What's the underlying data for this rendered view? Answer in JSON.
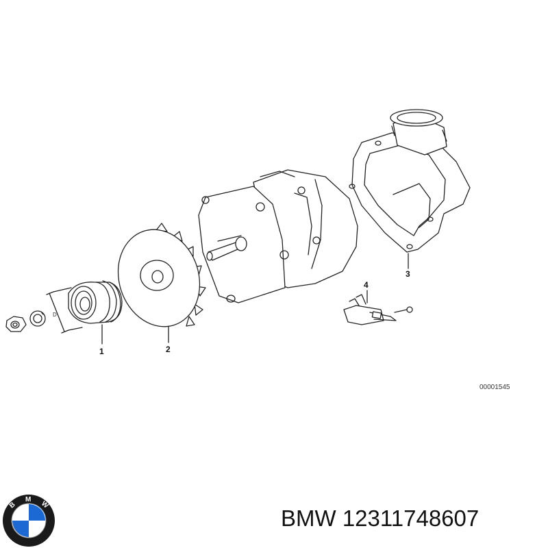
{
  "callouts": {
    "part1": "1",
    "part2": "2",
    "part3": "3",
    "part4": "4"
  },
  "dimension_label": "D",
  "reference_code": "00001545",
  "caption": "BMW 12311748607",
  "logo_letters": [
    "B",
    "M",
    "W"
  ],
  "colors": {
    "line": "#222222",
    "logo_blue": "#1c69d4",
    "logo_ring": "#1a1a1a"
  }
}
